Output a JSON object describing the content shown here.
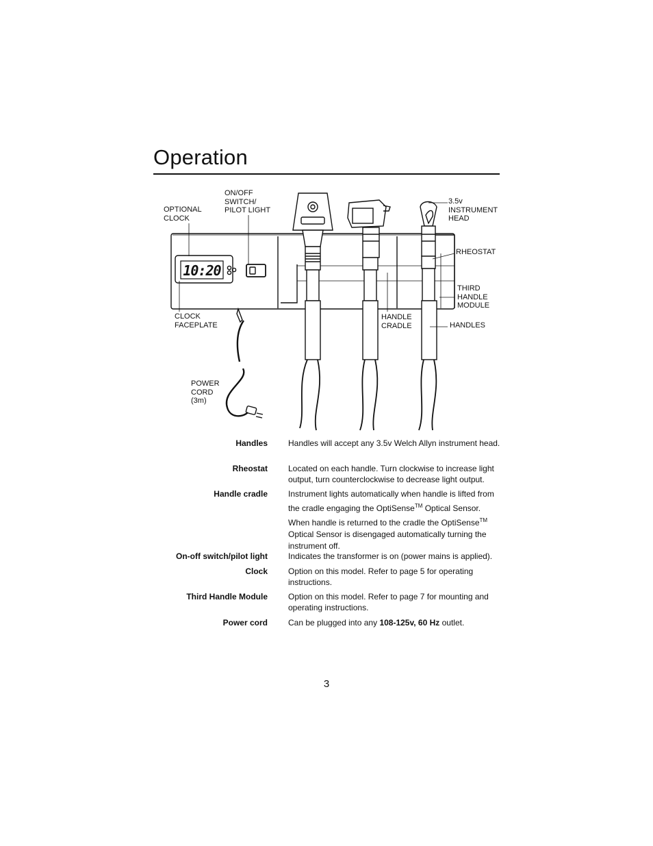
{
  "title": "Operation",
  "callouts": {
    "optional_clock": [
      "OPTIONAL",
      "CLOCK"
    ],
    "onoff_switch": [
      "ON/OFF",
      "SWITCH/",
      "PILOT LIGHT"
    ],
    "instrument_head": [
      "3.5v",
      "INSTRUMENT",
      "HEAD"
    ],
    "rheostat": [
      "RHEOSTAT"
    ],
    "third_handle": [
      "THIRD",
      "HANDLE",
      "MODULE"
    ],
    "handles": [
      "HANDLES"
    ],
    "handle_cradle": [
      "HANDLE",
      "CRADLE"
    ],
    "clock_faceplate": [
      "CLOCK",
      "FACEPLATE"
    ],
    "power_cord": [
      "POWER",
      "CORD",
      "(3m)"
    ]
  },
  "clock_display": "10:20",
  "definitions": [
    {
      "term": "Handles",
      "desc_parts": [
        "Handles will accept any 3.5v Welch Allyn instrument head."
      ]
    },
    {
      "term": "Rheostat",
      "desc_parts": [
        "Located on each handle. Turn clockwise to increase light output, turn counterclockwise to decrease light output."
      ]
    },
    {
      "term": "Handle cradle",
      "desc_parts": [
        "Instrument lights automatically when handle is lifted from the cradle engaging the OptiSense",
        "TM",
        " Optical Sensor. When handle is returned to the cradle the OptiSense",
        "TM",
        " Optical Sensor is disengaged automatically turning the instrument off."
      ]
    },
    {
      "term": "On-off switch/pilot light",
      "desc_parts": [
        "Indicates the transformer is on (power mains is applied)."
      ]
    },
    {
      "term": "Clock",
      "desc_parts": [
        "Option on this model. Refer to page 5 for operating instructions."
      ]
    },
    {
      "term": "Third Handle Module",
      "desc_parts": [
        "Option on this model. Refer to page 7 for mounting and operating instructions."
      ]
    },
    {
      "term": "Power cord",
      "desc_parts": [
        "Can be plugged into any ",
        "108-125v, 60 Hz",
        " outlet."
      ]
    }
  ],
  "page_number": "3"
}
